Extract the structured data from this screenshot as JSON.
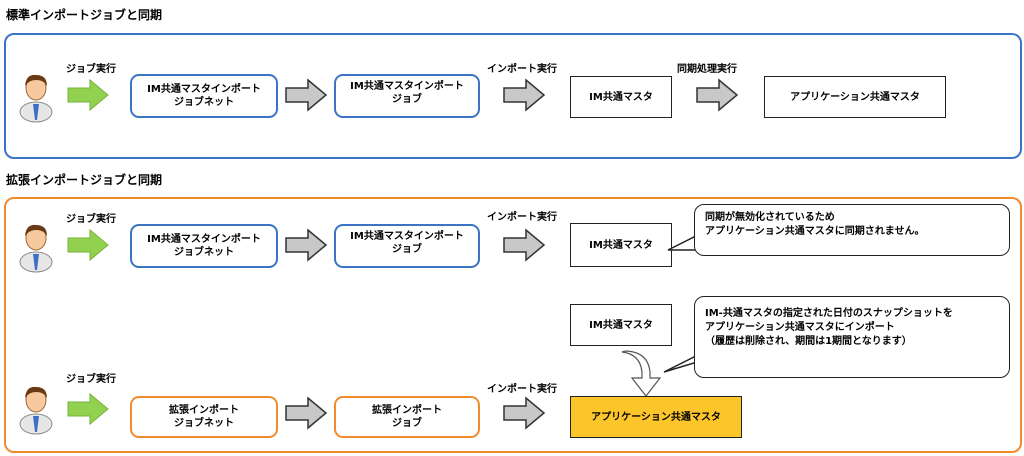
{
  "standard": {
    "heading": "標準インポートジョブと同期",
    "job_exec_label": "ジョブ実行",
    "jobnet_box": {
      "line1": "IM共通マスタインポート",
      "line2": "ジョブネット"
    },
    "job_box": {
      "line1": "IM共通マスタインポート",
      "line2": "ジョブ"
    },
    "import_exec_label": "インポート実行",
    "im_master": "IM共通マスタ",
    "sync_exec_label": "同期処理実行",
    "app_master": "アプリケーション共通マスタ"
  },
  "extended": {
    "heading": "拡張インポートジョブと同期",
    "row1": {
      "job_exec_label": "ジョブ実行",
      "jobnet_box": {
        "line1": "IM共通マスタインポート",
        "line2": "ジョブネット"
      },
      "job_box": {
        "line1": "IM共通マスタインポート",
        "line2": "ジョブ"
      },
      "import_exec_label": "インポート実行",
      "im_master": "IM共通マスタ",
      "callout": {
        "line1": "同期が無効化されているため",
        "line2": "アプリケーション共通マスタに同期されません。"
      }
    },
    "snapshot": {
      "im_master": "IM共通マスタ",
      "callout": {
        "line1": "IM-共通マスタの指定された日付のスナップショットを",
        "line2": "アプリケーション共通マスタにインポート",
        "line3": "（履歴は削除され、期間は1期間となります）"
      }
    },
    "row2": {
      "job_exec_label": "ジョブ実行",
      "jobnet_box": {
        "line1": "拡張インポート",
        "line2": "ジョブネット"
      },
      "job_box": {
        "line1": "拡張インポート",
        "line2": "ジョブ"
      },
      "import_exec_label": "インポート実行",
      "app_master": "アプリケーション共通マスタ"
    }
  },
  "colors": {
    "blue": "#3b74c4",
    "orange": "#f08c2c",
    "yellow": "#fcc62a",
    "green_arrow": "#92d050",
    "gray_arrow": "#c8c8c8"
  }
}
